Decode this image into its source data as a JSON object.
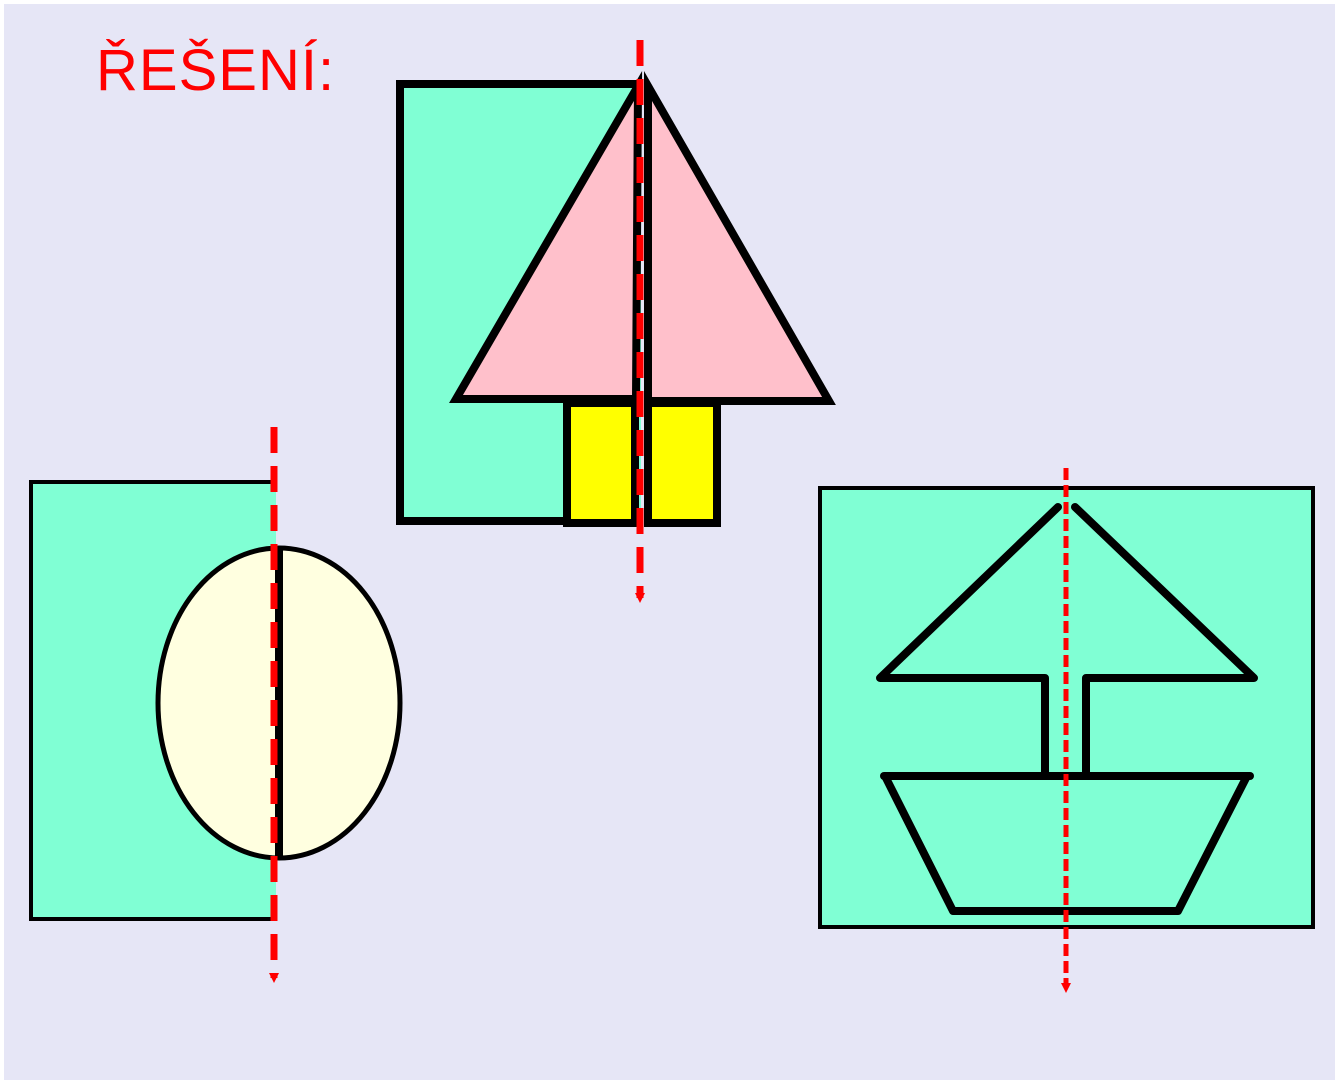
{
  "slide": {
    "title": "ŘEŠENÍ:",
    "title_color": "#ff0000",
    "background_color": "#e6e6f6"
  },
  "colors": {
    "paper": "#80ffd4",
    "outline": "#000000",
    "triangle": "#ffc0cb",
    "trunk": "#ffff00",
    "oval": "#ffffe0",
    "axis": "#ff0000"
  },
  "figures": [
    {
      "name": "tree",
      "description_shapes": [
        "triangle",
        "rectangle"
      ]
    },
    {
      "name": "oval",
      "description_shapes": [
        "ellipse"
      ]
    },
    {
      "name": "boat",
      "description_shapes": [
        "sail",
        "mast",
        "hull"
      ]
    }
  ]
}
